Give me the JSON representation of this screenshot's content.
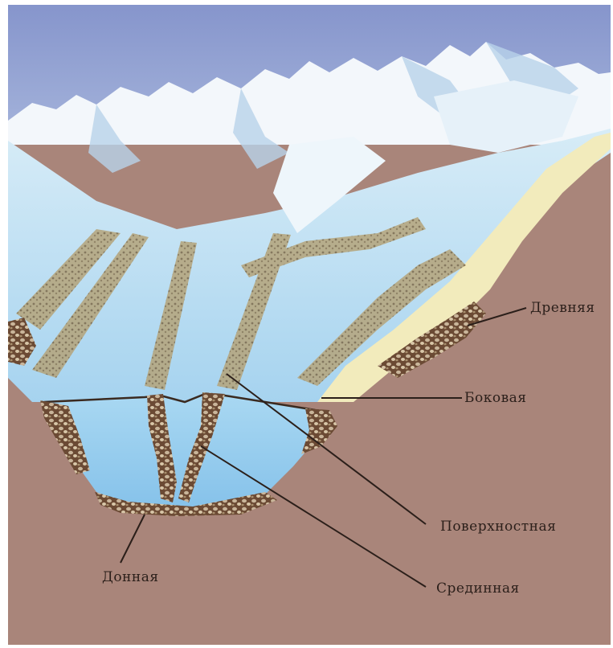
{
  "labels": {
    "ancient": "Древняя",
    "lateral": "Боковая",
    "surface": "Поверхностная",
    "bottom": "Донная",
    "median": "Срединная"
  },
  "colors": {
    "sky": "#8f9fd0",
    "snow": "#f3f7fb",
    "ice_light": "#bfe0f2",
    "ice": "#9cc9ea",
    "ice_dark": "#6fa8d6",
    "section": "#8ec8ec",
    "rock": "#a9857a",
    "moraine_brown": "#6b4a34",
    "moraine_gray": "#9e8f6a",
    "old_ice_yellow": "#f2ebbc",
    "line": "#2b1f1a"
  }
}
